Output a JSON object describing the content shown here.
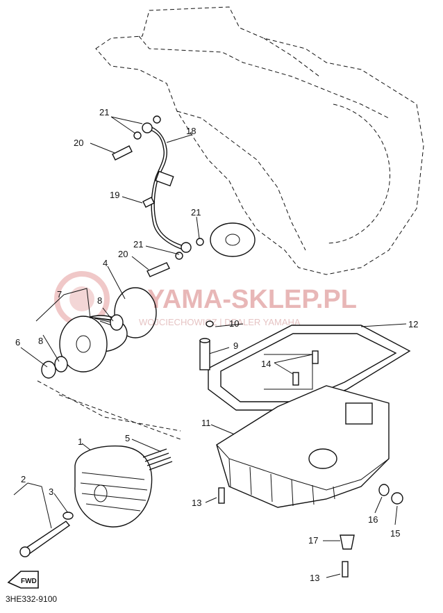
{
  "diagram_code": "3HE332-9100",
  "watermark": {
    "main": "YAMA-SKLEP.PL",
    "sub": "WOJCIECHOWICZ | DEALER YAMAHA"
  },
  "fwd_label": "FWD",
  "callouts": {
    "c1": "1",
    "c2": "2",
    "c3": "3",
    "c4": "4",
    "c5": "5",
    "c6": "6",
    "c7": "7",
    "c8a": "8",
    "c8b": "8",
    "c9": "9",
    "c10": "10",
    "c11": "11",
    "c12": "12",
    "c13a": "13",
    "c13b": "13",
    "c14": "14",
    "c15": "15",
    "c16": "16",
    "c17": "17",
    "c18": "18",
    "c19": "19",
    "c20a": "20",
    "c20b": "20",
    "c21a": "21",
    "c21b": "21",
    "c21c": "21"
  }
}
